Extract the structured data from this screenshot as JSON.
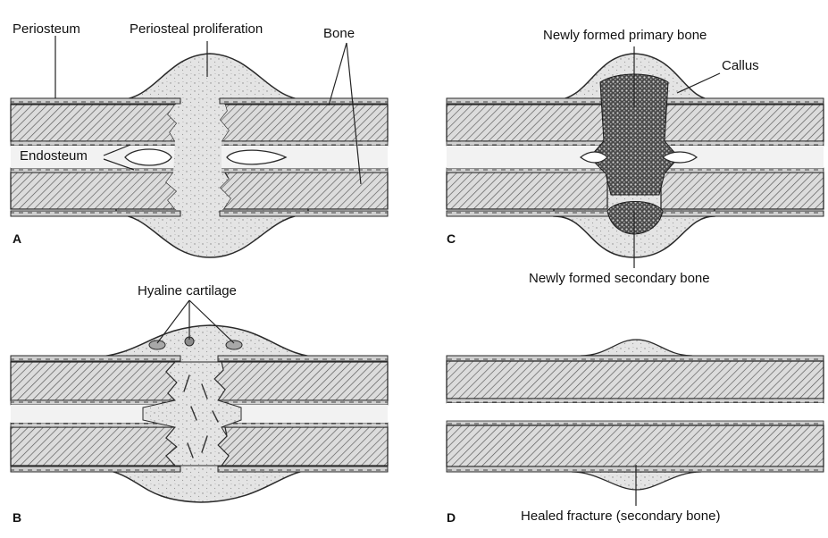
{
  "panels": {
    "a": {
      "letter": "A",
      "labels": {
        "periosteum": "Periosteum",
        "periosteal_proliferation": "Periosteal proliferation",
        "bone": "Bone",
        "endosteum": "Endosteum"
      }
    },
    "b": {
      "letter": "B",
      "labels": {
        "hyaline_cartilage": "Hyaline cartilage"
      }
    },
    "c": {
      "letter": "C",
      "labels": {
        "newly_formed_primary_bone": "Newly formed primary bone",
        "callus": "Callus",
        "newly_formed_secondary_bone": "Newly formed secondary bone"
      }
    },
    "d": {
      "letter": "D",
      "labels": {
        "healed_fracture": "Healed fracture (secondary bone)"
      }
    }
  },
  "colors": {
    "bone_fill": "#d9d9d9",
    "tissue_fill": "#e6e6e6",
    "outline": "#2a2a2a",
    "callus_dark": "#1a1a1a"
  }
}
